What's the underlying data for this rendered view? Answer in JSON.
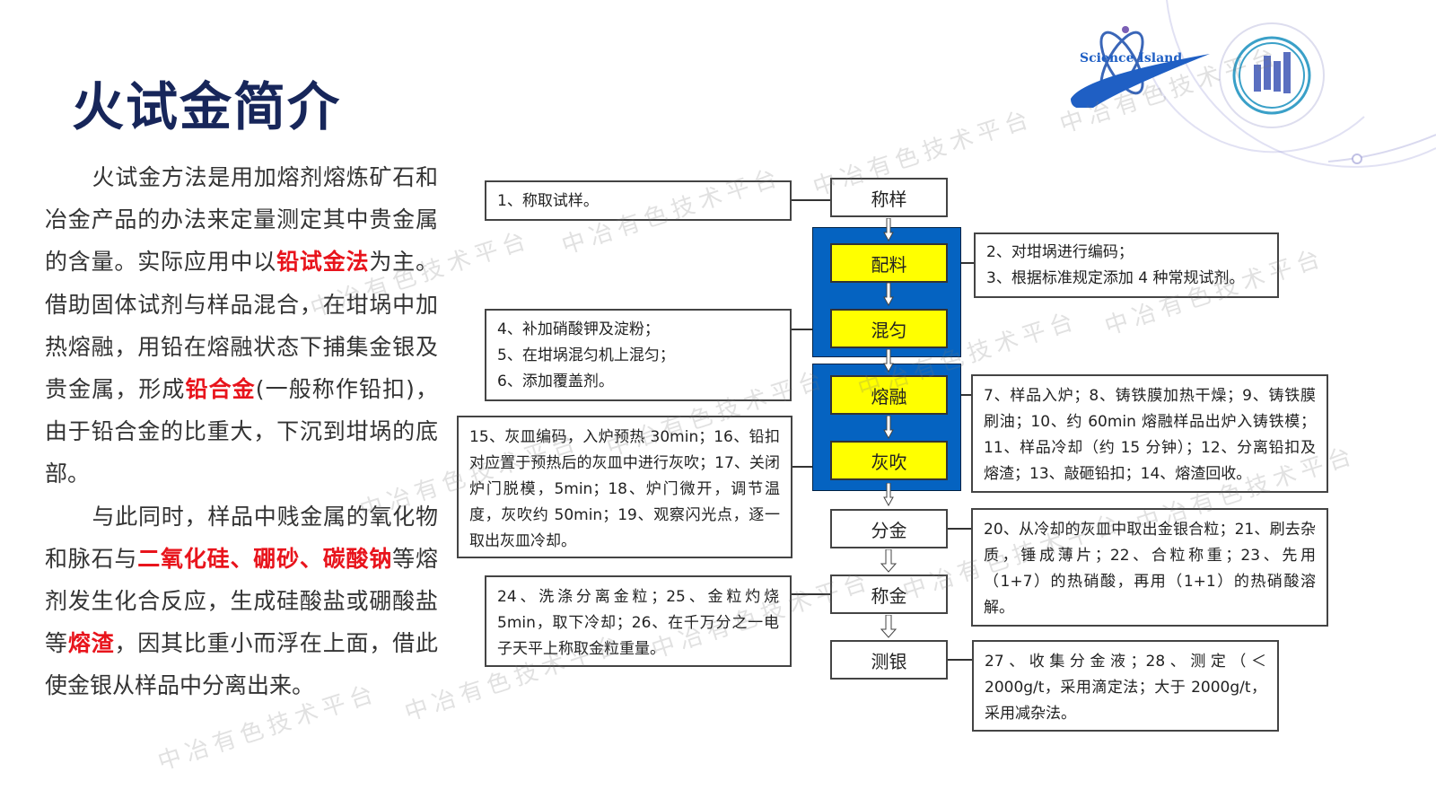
{
  "title": "火试金简介",
  "intro": {
    "p1": [
      "火试金方法是用加熔剂熔炼矿石和冶金产品的办法来定量测定其中贵金属的含量。实际应用中以",
      "铅试金法",
      "为主。借助固体试剂与样品混合，在坩埚中加热熔融，用铅在熔融状态下捕集金银及贵金属，形成",
      "铅合金",
      "(一般称作铅扣)，由于铅合金的比重大，下沉到坩埚的底部。"
    ],
    "p2": [
      "与此同时，样品中贱金属的氧化物和脉石与",
      "二氧化硅、硼砂、碳酸钠",
      "等熔剂发生化合反应，生成硅酸盐或硼酸盐等",
      "熔渣",
      "，因其比重小而浮在上面，借此使金银从样品中分离出来。"
    ]
  },
  "flow": {
    "steps": [
      "称样",
      "配料",
      "混匀",
      "熔融",
      "灰吹",
      "分金",
      "称金",
      "测银"
    ],
    "left_notes": [
      [
        "1、称取试样。"
      ],
      [
        "4、补加硝酸钾及淀粉；",
        "5、在坩埚混匀机上混匀；",
        "6、添加覆盖剂。"
      ],
      [
        "15、灰皿编码，入炉预热 30min；16、铅扣对应置于预热后的灰皿中进行灰吹；17、关闭炉门脱模，5min；18、炉门微开，调节温度，灰吹约 50min；19、观察闪光点，逐一取出灰皿冷却。"
      ],
      [
        "24、洗涤分离金粒；25、金粒灼烧 5min，取下冷却；26、在千万分之一电子天平上称取金粒重量。"
      ]
    ],
    "right_notes": [
      [
        "2、对坩埚进行编码；",
        "3、根据标准规定添加 4 种常规试剂。"
      ],
      [
        "7、样品入炉；8、铸铁膜加热干燥；9、铸铁膜刷油；10、约 60min 熔融样品出炉入铸铁模；11、样品冷却（约 15 分钟）；12、分离铅扣及熔渣；13、敲砸铅扣；14、熔渣回收。"
      ],
      [
        "20、从冷却的灰皿中取出金银合粒；21、刷去杂质，锤成薄片；22、合粒称重；23、先用（1+7）的热硝酸，再用（1+1）的热硝酸溶解。"
      ],
      [
        "27、收集分金液；28、测定（＜2000g/t，采用滴定法；大于 2000g/t，采用减杂法。"
      ]
    ]
  },
  "logos": {
    "science_island": "Science Island"
  },
  "watermark": "中冶有色技术平台",
  "colors": {
    "title": "#17265a",
    "highlight": "#e8141c",
    "group": "#0563c1",
    "step_fill": "#ffff00"
  }
}
